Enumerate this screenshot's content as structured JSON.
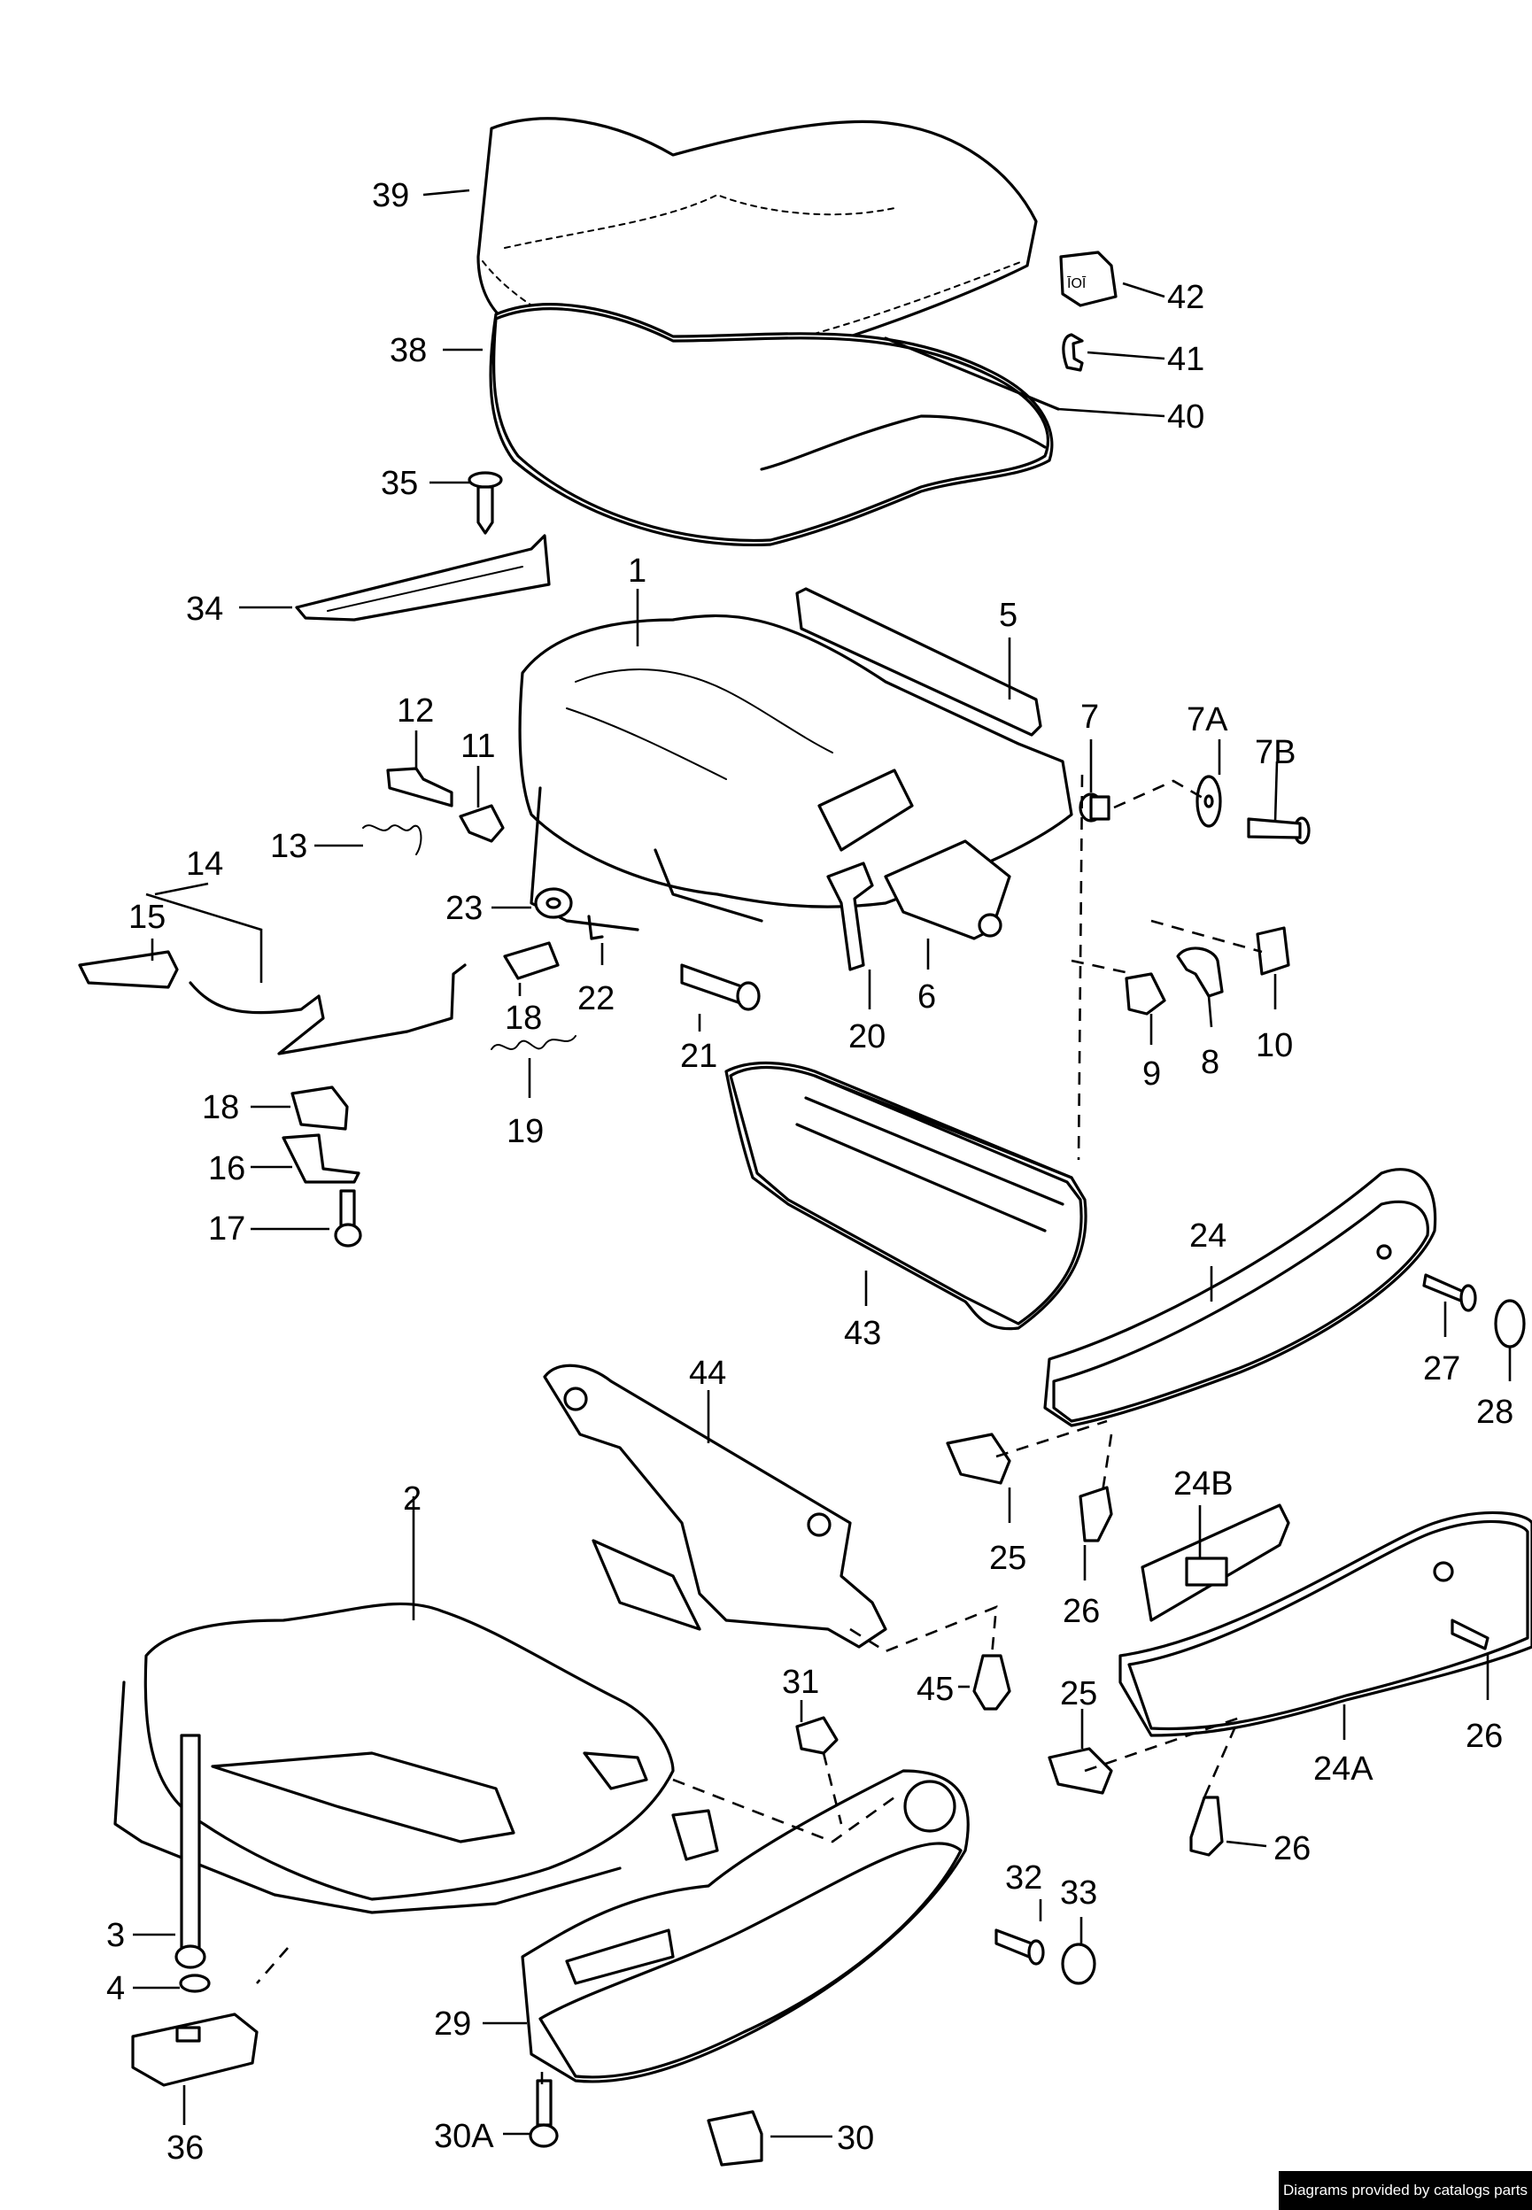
{
  "callouts": {
    "p1": "1",
    "p2": "2",
    "p3": "3",
    "p4": "4",
    "p5": "5",
    "p6": "6",
    "p7": "7",
    "p7A": "7A",
    "p7B": "7B",
    "p8": "8",
    "p9": "9",
    "p10": "10",
    "p11": "11",
    "p12": "12",
    "p13": "13",
    "p14": "14",
    "p15": "15",
    "p16": "16",
    "p17": "17",
    "p18a": "18",
    "p18b": "18",
    "p19": "19",
    "p20": "20",
    "p21": "21",
    "p22": "22",
    "p23": "23",
    "p24": "24",
    "p24A": "24A",
    "p24B": "24B",
    "p25a": "25",
    "p25b": "25",
    "p26a": "26",
    "p26b": "26",
    "p26c": "26",
    "p27": "27",
    "p28": "28",
    "p29": "29",
    "p30": "30",
    "p30A": "30A",
    "p31": "31",
    "p32": "32",
    "p33": "33",
    "p34": "34",
    "p35": "35",
    "p36": "36",
    "p38": "38",
    "p39": "39",
    "p40": "40",
    "p41": "41",
    "p42": "42",
    "p43": "43",
    "p44": "44",
    "p45": "45"
  },
  "footer": {
    "credit": "Diagrams provided by catalogs parts"
  }
}
